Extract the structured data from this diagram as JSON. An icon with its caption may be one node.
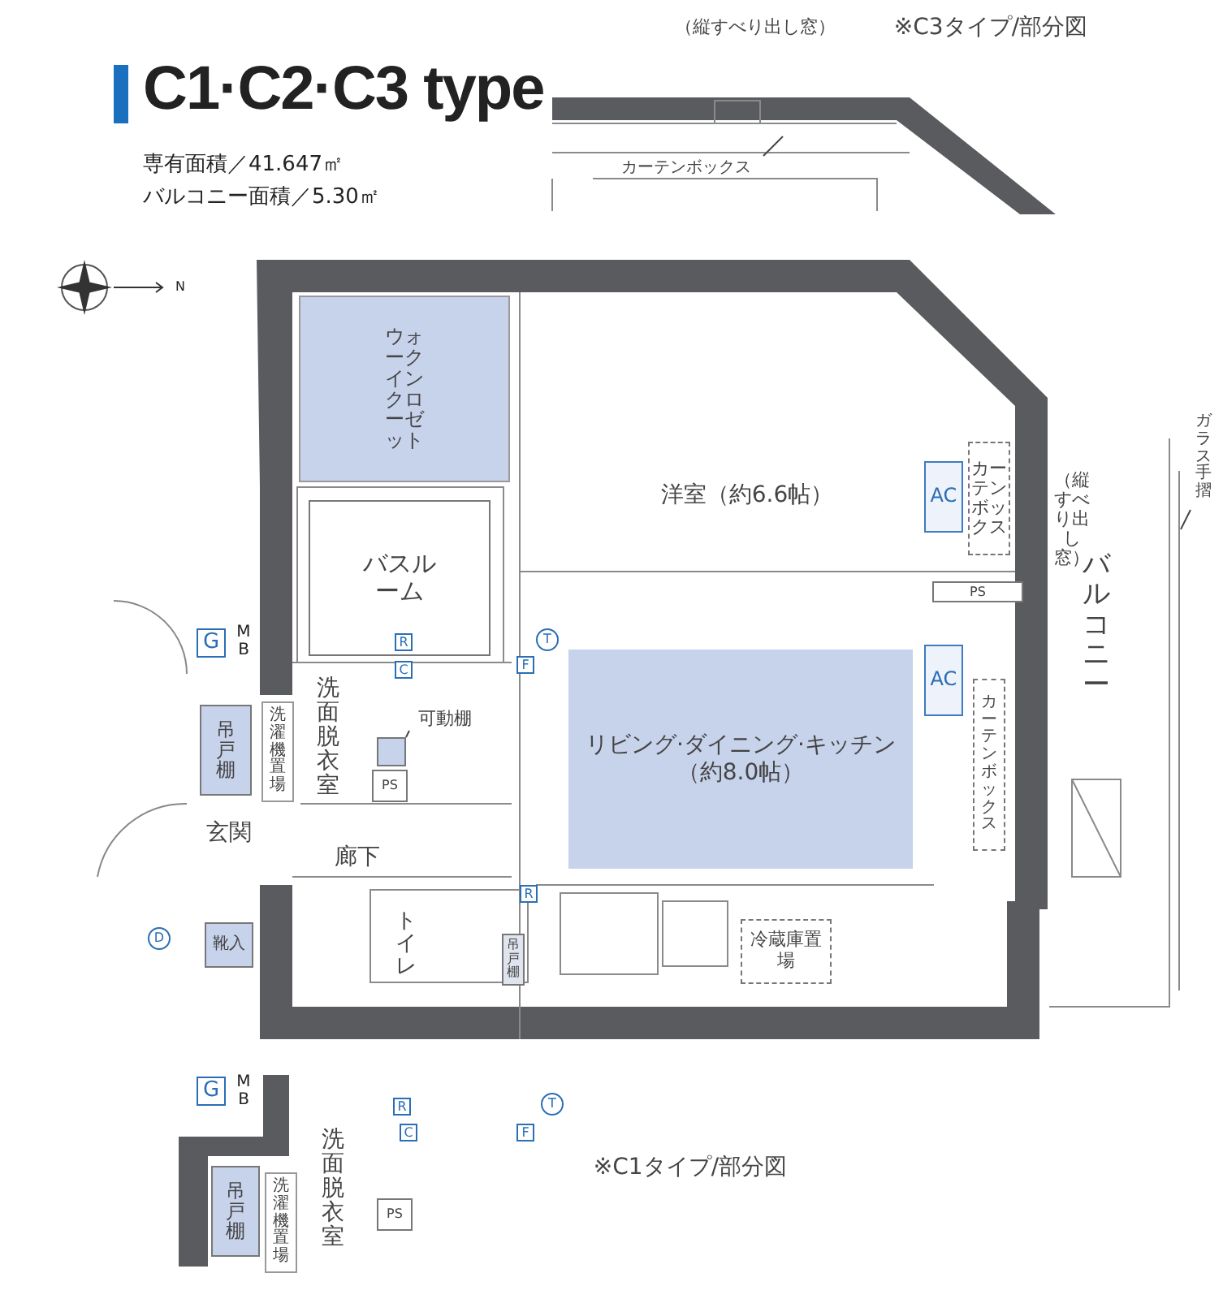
{
  "diagram": {
    "title": "C1·C2·C3 type",
    "nodes": [
      {
        "text": [
          "カーテンボックス"
        ]
      },
      {
        "text": [
          "ウォークインクローゼット"
        ]
      },
      {
        "text": [
          "洋室（約6.6帖）"
        ]
      },
      {
        "text": [
          "ガラス手摺"
        ]
      },
      {
        "text": [
          "AC"
        ]
      },
      {
        "text": [
          "カーテンボックス"
        ]
      },
      {
        "text": [
          "PS"
        ]
      },
      {
        "text": [
          "バスルーム"
        ]
      },
      {
        "text": [
          "AC"
        ]
      },
      {
        "text": [
          "リビング·ダイニング·キッチン（約8.0帖）"
        ]
      },
      {
        "text": [
          "カーテンボックス"
        ]
      },
      {
        "text": [
          "バルコニー"
        ]
      },
      {
        "text": [
          "洗面脱衣室"
        ]
      },
      {
        "text": [
          "吊戸棚"
        ]
      },
      {
        "text": [
          "洗濯機置場"
        ]
      },
      {
        "text": [
          "可動棚"
        ]
      },
      {
        "text": [],
        "shape": "box"
      },
      {
        "text": [
          "PS"
        ]
      },
      {
        "text": [
          "玄関"
        ]
      },
      {
        "text": [
          "廊下"
        ]
      },
      {
        "text": [
          "靴入"
        ]
      },
      {
        "text": [
          "トイレ"
        ]
      },
      {
        "text": [
          "吊戸棚"
        ]
      },
      {
        "text": [
          "冷蔵庫置場"
        ]
      },
      {
        "text": [
          "洗面脱衣室"
        ]
      },
      {
        "text": [
          "吊戸棚"
        ]
      },
      {
        "text": [
          "洗濯機置場"
        ]
      },
      {
        "text": [
          "PS"
        ]
      }
    ],
    "edges": [
      {
        "from": 0,
        "to": null,
        "arrow": "none"
      },
      {
        "from": 3,
        "to": null,
        "arrow": "none"
      },
      {
        "from": 15,
        "to": 16,
        "arrow": "none"
      }
    ],
    "labels": [
      "専有面積／41.647㎡",
      "バルコニー面積／5.30㎡",
      "（縦すべり出し窓）",
      "※C3タイプ/部分図",
      "N",
      "（縦すべり出し窓）",
      "G",
      "MB",
      "R",
      "T",
      "F",
      "C",
      "R",
      "D",
      "G",
      "MB",
      "R",
      "T",
      "C",
      "F",
      "※C1タイプ/部分図"
    ]
  }
}
